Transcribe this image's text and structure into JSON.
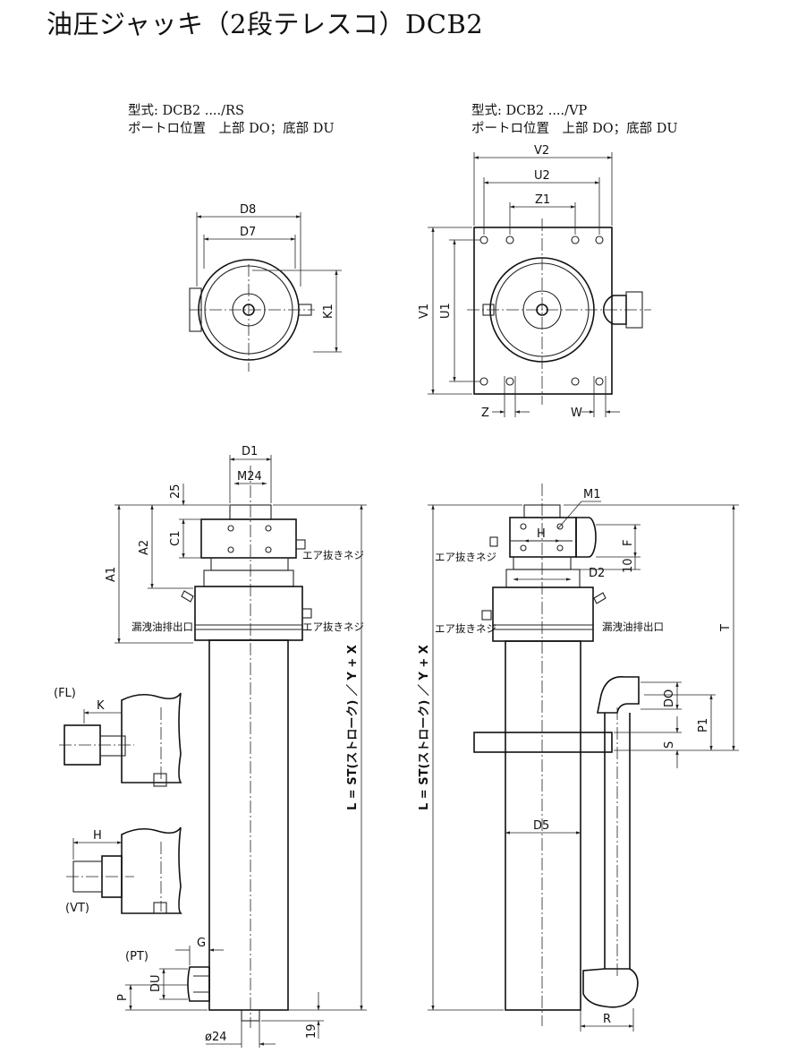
{
  "title": "油圧ジャッキ（2段テレスコ）DCB2",
  "views": {
    "left": {
      "model": "型式: DCB2 ..../RS",
      "ports": "ポートロ位置　上部 DO；底部 DU"
    },
    "right": {
      "model": "型式: DCB2 ..../VP",
      "ports": "ポートロ位置　上部 DO；底部 DU"
    }
  },
  "dimensions": {
    "D8": "D8",
    "D7": "D7",
    "K1": "K1",
    "V2": "V2",
    "U2": "U2",
    "Z1": "Z1",
    "V1": "V1",
    "U1": "U1",
    "Z": "Z",
    "W": "W",
    "D1": "D1",
    "M24": "M24",
    "n25": "25",
    "C1": "C1",
    "A2": "A2",
    "A1": "A1",
    "K": "K",
    "H": "H",
    "G": "G",
    "DU": "DU",
    "P": "P",
    "phi24": "ø24",
    "n19": "19",
    "stroke": "L = ST(ストローク) ／ Y + X",
    "M1": "M1",
    "F": "F",
    "n10": "10",
    "D2": "D2",
    "T": "T",
    "DO": "DO",
    "P1": "P1",
    "S": "S",
    "D5": "D5",
    "R": "R"
  },
  "labels": {
    "FL": "(FL)",
    "VT": "(VT)",
    "PT": "(PT)",
    "air_vent": "エア抜きネジ",
    "leak_outlet": "漏洩油排出口"
  }
}
